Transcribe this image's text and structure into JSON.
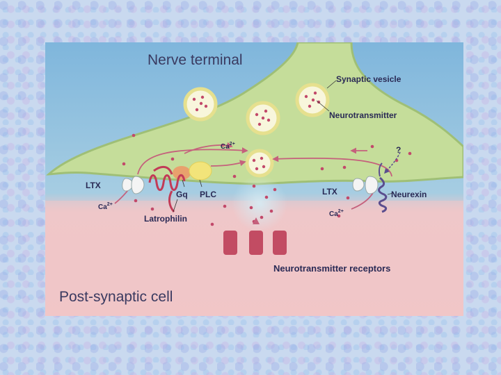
{
  "labels": {
    "nerve_terminal": "Nerve terminal",
    "synaptic_vesicle": "Synaptic vesicle",
    "neurotransmitter": "Neurotransmitter",
    "ca_top": "Ca",
    "ca_top_sup": "2+",
    "question": "?",
    "ltx_left": "LTX",
    "ltx_right": "LTX",
    "ca_left": "Ca",
    "ca_left_sup": "2+",
    "ca_right": "Ca",
    "ca_right_sup": "2+",
    "gq": "Gq",
    "plc": "PLC",
    "latrophilin": "Latrophilin",
    "neurexin": "Neurexin",
    "neurotransmitter_receptors": "Neurotransmitter receptors",
    "post_synaptic_cell": "Post-synaptic cell"
  },
  "colors": {
    "terminal_fill": "#c5dd9a",
    "terminal_edge": "#9fbf76",
    "cleft_blue": "#8fc2de",
    "postsynaptic_pink": "#f0c6c8",
    "vesicle_fill": "#f8f6dc",
    "vesicle_edge": "#e6e08e",
    "dot": "#c2496a",
    "receptor": "#c24c63",
    "arrow": "#c5607c",
    "ltx": "#f4f4f4",
    "gq": "#e8a16d",
    "plc": "#f2e47a",
    "latrophilin": "#c23b57",
    "neurexin": "#5a4d8e"
  }
}
